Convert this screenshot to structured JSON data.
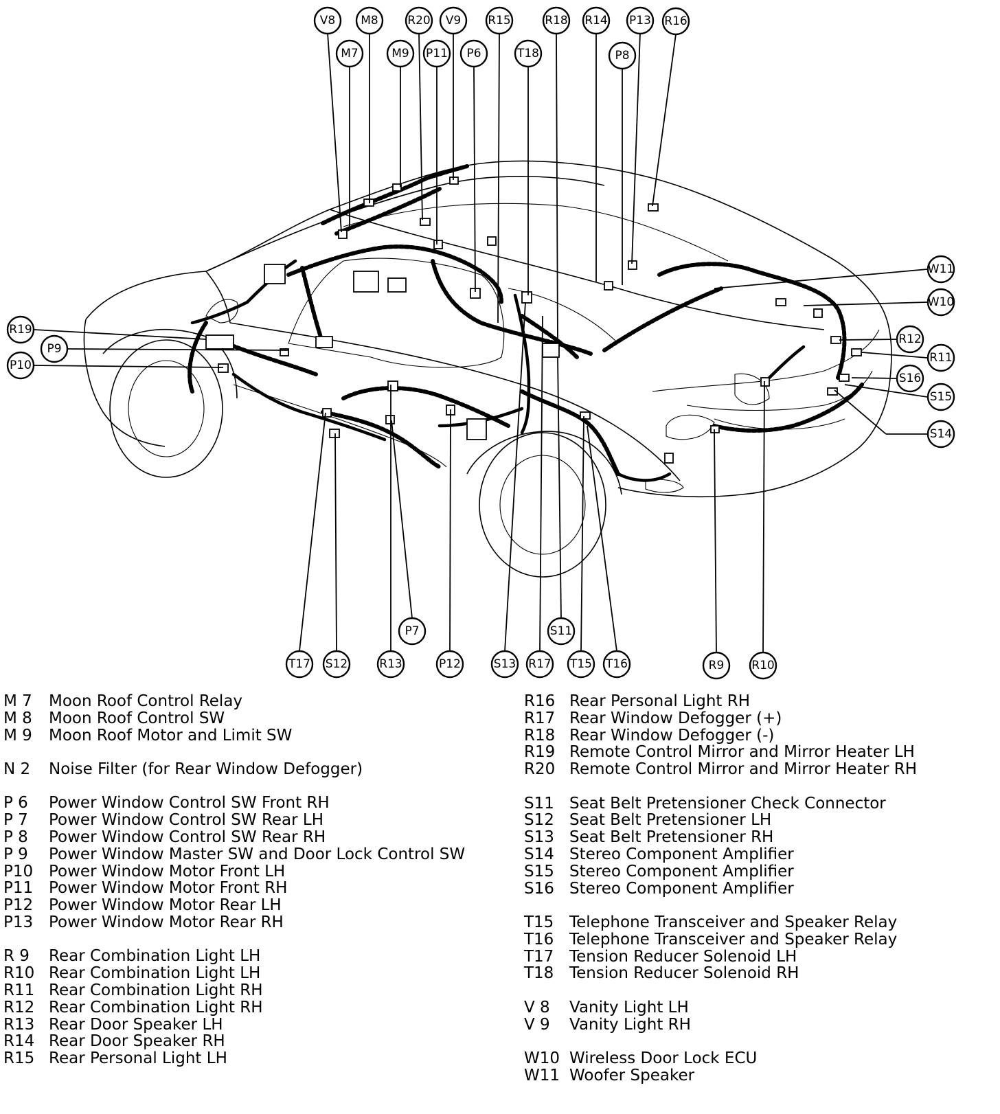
{
  "callouts": {
    "V8": "V8",
    "M8": "M8",
    "R20": "R20",
    "V9": "V9",
    "R15": "R15",
    "R18": "R18",
    "R14": "R14",
    "P13": "P13",
    "R16": "R16",
    "M7": "M7",
    "M9": "M9",
    "P11": "P11",
    "P6": "P6",
    "T18": "T18",
    "P8": "P8",
    "W11": "W11",
    "W10": "W10",
    "R19": "R19",
    "P9": "P9",
    "P10": "P10",
    "R12": "R12",
    "R11": "R11",
    "S16": "S16",
    "S15": "S15",
    "S14": "S14",
    "P7": "P7",
    "S11": "S11",
    "T17": "T17",
    "S12": "S12",
    "R13": "R13",
    "P12": "P12",
    "S13": "S13",
    "R17": "R17",
    "T15": "T15",
    "T16": "T16",
    "R9": "R9",
    "R10": "R10"
  },
  "legend_left": [
    {
      "code": "M 7",
      "desc": "Moon Roof Control Relay"
    },
    {
      "code": "M 8",
      "desc": "Moon Roof Control SW"
    },
    {
      "code": "M 9",
      "desc": "Moon Roof Motor and Limit SW"
    },
    {
      "gap": true
    },
    {
      "code": "N 2",
      "desc": "Noise Filter (for Rear Window Defogger)"
    },
    {
      "gap": true
    },
    {
      "code": "P 6",
      "desc": "Power Window Control SW Front RH"
    },
    {
      "code": "P 7",
      "desc": "Power Window Control SW Rear LH"
    },
    {
      "code": "P 8",
      "desc": "Power Window Control SW Rear RH"
    },
    {
      "code": "P 9",
      "desc": "Power Window Master SW and Door Lock Control SW"
    },
    {
      "code": "P10",
      "desc": "Power Window Motor Front LH"
    },
    {
      "code": "P11",
      "desc": "Power Window Motor Front RH"
    },
    {
      "code": "P12",
      "desc": "Power Window Motor Rear LH"
    },
    {
      "code": "P13",
      "desc": "Power Window Motor Rear RH"
    },
    {
      "gap": true
    },
    {
      "code": "R 9",
      "desc": "Rear Combination Light LH"
    },
    {
      "code": "R10",
      "desc": "Rear Combination Light LH"
    },
    {
      "code": "R11",
      "desc": "Rear Combination Light RH"
    },
    {
      "code": "R12",
      "desc": "Rear Combination Light RH"
    },
    {
      "code": "R13",
      "desc": "Rear Door Speaker LH"
    },
    {
      "code": "R14",
      "desc": "Rear Door Speaker RH"
    },
    {
      "code": "R15",
      "desc": "Rear Personal Light LH"
    }
  ],
  "legend_right": [
    {
      "code": "R16",
      "desc": "Rear Personal Light RH"
    },
    {
      "code": "R17",
      "desc": "Rear Window Defogger (+)"
    },
    {
      "code": "R18",
      "desc": "Rear Window Defogger (-)"
    },
    {
      "code": "R19",
      "desc": "Remote Control Mirror and Mirror Heater LH"
    },
    {
      "code": "R20",
      "desc": "Remote Control Mirror and Mirror Heater RH"
    },
    {
      "gap": true
    },
    {
      "code": "S11",
      "desc": "Seat Belt Pretensioner Check Connector"
    },
    {
      "code": "S12",
      "desc": "Seat Belt Pretensioner LH"
    },
    {
      "code": "S13",
      "desc": "Seat Belt Pretensioner RH"
    },
    {
      "code": "S14",
      "desc": "Stereo Component Amplifier"
    },
    {
      "code": "S15",
      "desc": "Stereo Component Amplifier"
    },
    {
      "code": "S16",
      "desc": "Stereo Component Amplifier"
    },
    {
      "gap": true
    },
    {
      "code": "T15",
      "desc": "Telephone Transceiver and Speaker Relay"
    },
    {
      "code": "T16",
      "desc": "Telephone Transceiver and Speaker Relay"
    },
    {
      "code": "T17",
      "desc": "Tension Reducer Solenoid LH"
    },
    {
      "code": "T18",
      "desc": "Tension Reducer Solenoid RH"
    },
    {
      "gap": true
    },
    {
      "code": "V 8",
      "desc": "Vanity Light LH"
    },
    {
      "code": "V 9",
      "desc": "Vanity Light RH"
    },
    {
      "gap": true
    },
    {
      "code": "W10",
      "desc": "Wireless Door Lock ECU"
    },
    {
      "code": "W11",
      "desc": "Woofer Speaker"
    }
  ]
}
